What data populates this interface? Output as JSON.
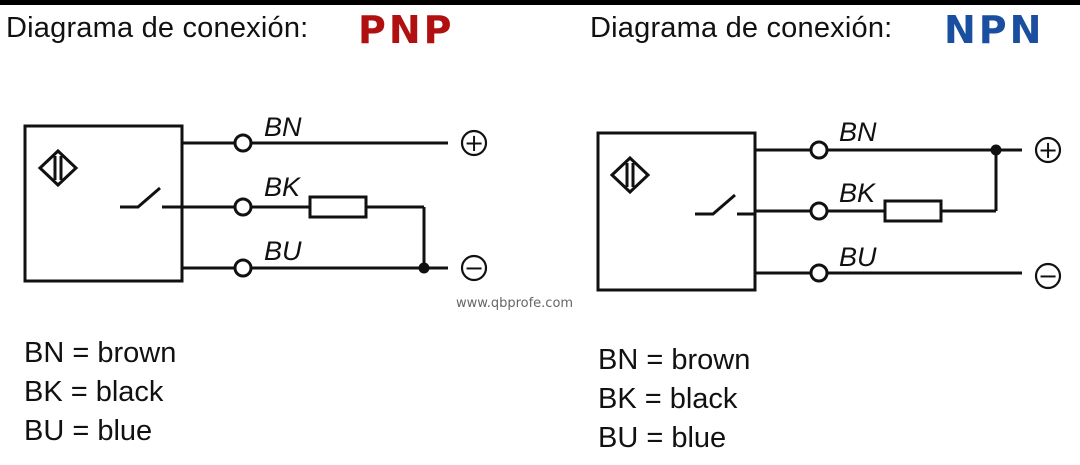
{
  "left": {
    "heading": "Diagrama de conexión:",
    "type_label": "PNP",
    "type_color": "#b01010",
    "wires": [
      "BN",
      "BK",
      "BU"
    ],
    "plus_symbol": "+",
    "minus_symbol": "−",
    "legend": [
      "BN = brown",
      "BK = black",
      "BU = blue"
    ]
  },
  "right": {
    "heading": "Diagrama de conexión:",
    "type_label": "NPN",
    "type_color": "#1a4fa0",
    "wires": [
      "BN",
      "BK",
      "BU"
    ],
    "plus_symbol": "+",
    "minus_symbol": "−",
    "legend": [
      "BN = brown",
      "BK = black",
      "BU = blue"
    ]
  },
  "watermark": "www.qbprofe.com"
}
